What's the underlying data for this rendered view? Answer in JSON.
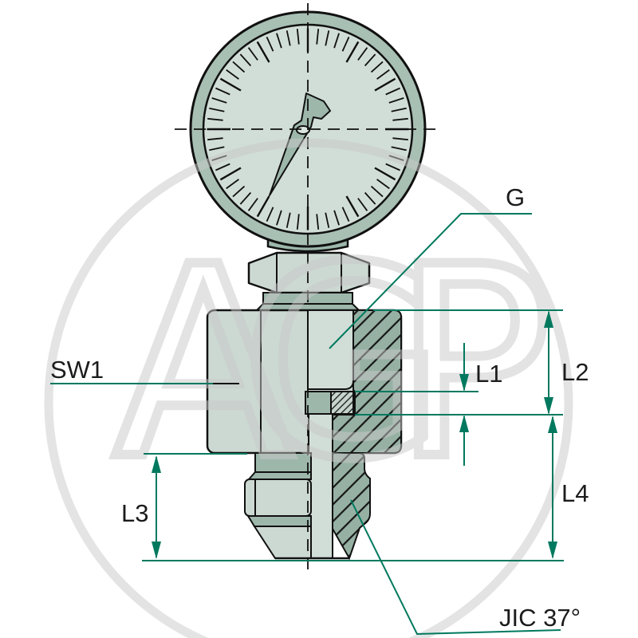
{
  "diagram": {
    "type": "technical-drawing-pressure-gauge-adapter",
    "watermark": "AGP",
    "watermark_letters": [
      "A",
      "G",
      "P"
    ],
    "labels": {
      "g_port": "G",
      "wrench": "SW1",
      "l1": "L1",
      "l2": "L2",
      "l3": "L3",
      "l4": "L4",
      "jic": "JIC 37°"
    },
    "colors": {
      "dimension_teal": "#00795f",
      "steel_light": "#ccd9d2",
      "steel_mid": "#9db7ab",
      "hatch_background": "#96b1a4",
      "gauge_face": "#d1ded7",
      "gauge_rim": "#a8bfb3",
      "outline": "#111111",
      "watermark_gray": "#c9c9c9",
      "label_text": "#1c1c1c"
    }
  }
}
